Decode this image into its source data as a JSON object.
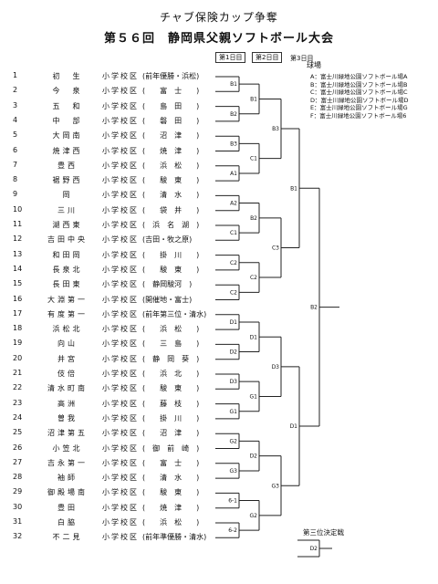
{
  "title_line1": "チャブ保険カップ争奪",
  "title_line2": "第５６回　静岡県父親ソフトボール大会",
  "day_headers": [
    "第1日目",
    "第2日目",
    "第3日目"
  ],
  "venue_title": "球場",
  "venues": [
    "A：富士川緑地公園ソフトボール場A",
    "B：富士川緑地公園ソフトボール場B",
    "C：富士川緑地公園ソフトボール場C",
    "D：富士川緑地公園ソフトボール場D",
    "E：富士川緑地公園ソフトボール場G",
    "F：富士川緑地公園ソフトボール場6"
  ],
  "third_place_title": "第三位決定戦",
  "teams": [
    {
      "no": "1",
      "name": "初　生",
      "school": "小学校区",
      "note": "(前年優勝・浜松)"
    },
    {
      "no": "2",
      "name": "今　泉",
      "school": "小学校区",
      "note": "(　　富　士　　)"
    },
    {
      "no": "3",
      "name": "五　和",
      "school": "小学校区",
      "note": "(　　島　田　　)"
    },
    {
      "no": "4",
      "name": "中　部",
      "school": "小学校区",
      "note": "(　　磐　田　　)"
    },
    {
      "no": "5",
      "name": "大岡南",
      "school": "小学校区",
      "note": "(　　沼　津　　)"
    },
    {
      "no": "6",
      "name": "焼津西",
      "school": "小学校区",
      "note": "(　　焼　津　　)"
    },
    {
      "no": "7",
      "name": "豊西",
      "school": "小学校区",
      "note": "(　　浜　松　　)"
    },
    {
      "no": "8",
      "name": "裾野西",
      "school": "小学校区",
      "note": "(　　駿　東　　)"
    },
    {
      "no": "9",
      "name": "岡",
      "school": "小学校区",
      "note": "(　　清　水　　)"
    },
    {
      "no": "10",
      "name": "三川",
      "school": "小学校区",
      "note": "(　　袋　井　　)"
    },
    {
      "no": "11",
      "name": "湖西東",
      "school": "小学校区",
      "note": "(　浜　名　湖　)"
    },
    {
      "no": "12",
      "name": "吉田中央",
      "school": "小学校区",
      "note": "(吉田・牧之原)"
    },
    {
      "no": "13",
      "name": "和田岡",
      "school": "小学校区",
      "note": "(　　掛　川　　)"
    },
    {
      "no": "14",
      "name": "長泉北",
      "school": "小学校区",
      "note": "(　　駿　東　　)"
    },
    {
      "no": "15",
      "name": "長田東",
      "school": "小学校区",
      "note": "(　静岡駿河　)"
    },
    {
      "no": "16",
      "name": "大淵第一",
      "school": "小学校区",
      "note": "(開催地・富士)"
    },
    {
      "no": "17",
      "name": "有度第一",
      "school": "小学校区",
      "note": "(前年第三位・清水)"
    },
    {
      "no": "18",
      "name": "浜松北",
      "school": "小学校区",
      "note": "(　　浜　松　　)"
    },
    {
      "no": "19",
      "name": "向山",
      "school": "小学校区",
      "note": "(　　三　島　　)"
    },
    {
      "no": "20",
      "name": "井宮",
      "school": "小学校区",
      "note": "(　静　岡　葵　)"
    },
    {
      "no": "21",
      "name": "伎倍",
      "school": "小学校区",
      "note": "(　　浜　北　　)"
    },
    {
      "no": "22",
      "name": "清水町南",
      "school": "小学校区",
      "note": "(　　駿　東　　)"
    },
    {
      "no": "23",
      "name": "高洲",
      "school": "小学校区",
      "note": "(　　藤　枝　　)"
    },
    {
      "no": "24",
      "name": "曽我",
      "school": "小学校区",
      "note": "(　　掛　川　　)"
    },
    {
      "no": "25",
      "name": "沼津第五",
      "school": "小学校区",
      "note": "(　　沼　津　　)"
    },
    {
      "no": "26",
      "name": "小笠北",
      "school": "小学校区",
      "note": "(　御　前　崎　)"
    },
    {
      "no": "27",
      "name": "吉永第一",
      "school": "小学校区",
      "note": "(　　富　士　　)"
    },
    {
      "no": "28",
      "name": "袖師",
      "school": "小学校区",
      "note": "(　　清　水　　)"
    },
    {
      "no": "29",
      "name": "御殿場南",
      "school": "小学校区",
      "note": "(　　駿　東　　)"
    },
    {
      "no": "30",
      "name": "豊田",
      "school": "小学校区",
      "note": "(　　焼　津　　)"
    },
    {
      "no": "31",
      "name": "白脇",
      "school": "小学校区",
      "note": "(　　浜　松　　)"
    },
    {
      "no": "32",
      "name": "不二見",
      "school": "小学校区",
      "note": "(前年準優勝・清水)"
    }
  ],
  "r1_labels": [
    "B1",
    "B2",
    "B3",
    "A1",
    "A2",
    "C1",
    "C2",
    "C2",
    "D1",
    "D2",
    "D3",
    "G1",
    "G2",
    "G3",
    "6-1",
    "6-2"
  ],
  "r2_labels": [
    "B1",
    "C1",
    "B2",
    "C2",
    "D1",
    "G1",
    "D2",
    "G2"
  ],
  "r3_labels": [
    "B3",
    "C3",
    "D3",
    "G3"
  ],
  "sf_labels": [
    "B1",
    "D1"
  ],
  "final_label": "B2",
  "third_label": "D2"
}
